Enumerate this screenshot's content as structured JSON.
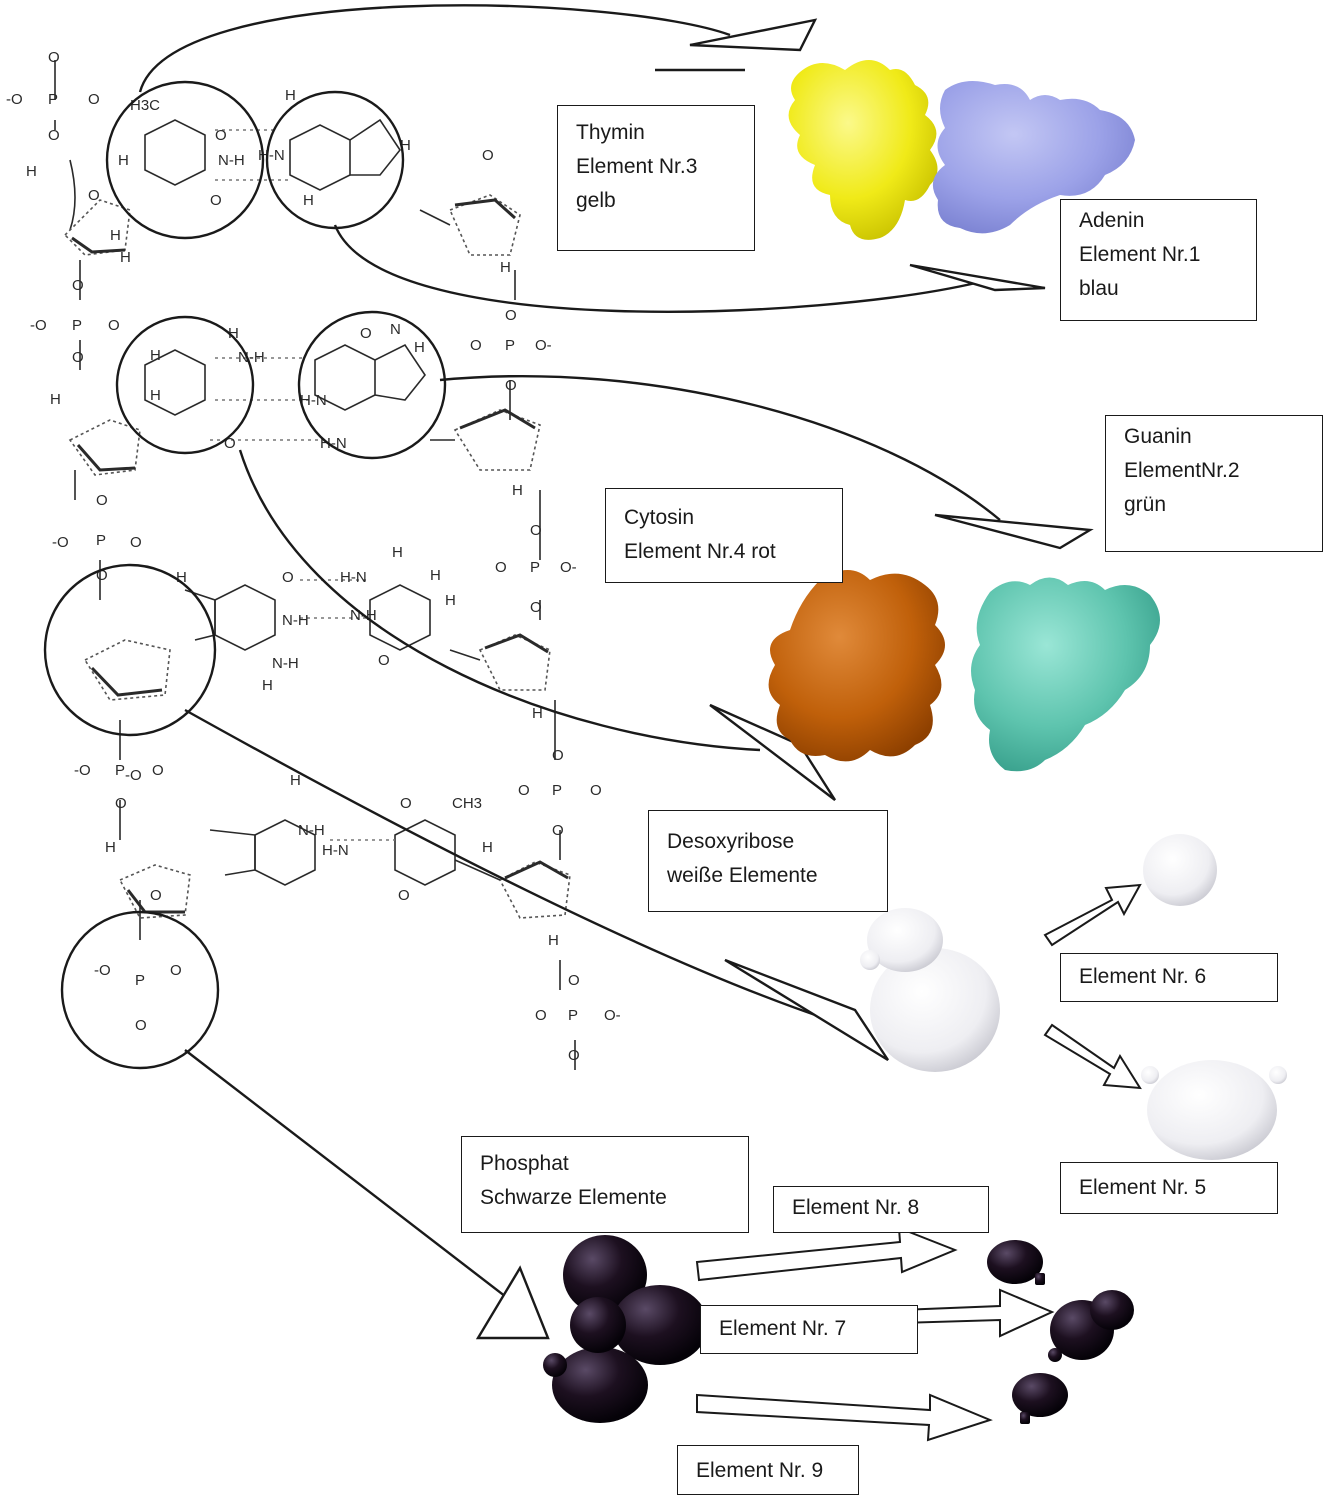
{
  "labels": {
    "thymin": {
      "name": "Thymin",
      "element": "Element Nr.3",
      "color": "gelb"
    },
    "adenin": {
      "name": "Adenin",
      "element": "Element Nr.1",
      "color": "blau"
    },
    "guanin": {
      "name": "Guanin",
      "element": "ElementNr.2",
      "color": "grün"
    },
    "cytosin": {
      "name": "Cytosin",
      "element": "Element Nr.4 rot"
    },
    "desoxyribose": {
      "name": "Desoxyribose",
      "element": "weiße Elemente"
    },
    "phosphat": {
      "name": "Phosphat",
      "element": "Schwarze Elemente"
    },
    "element_6": "Element Nr. 6",
    "element_5": "Element Nr. 5",
    "element_8": "Element Nr. 8",
    "element_7": "Element Nr. 7",
    "element_9": "Element Nr. 9"
  },
  "chem": {
    "phosphorus": "P",
    "oxygen": "O",
    "hydrogen": "H",
    "nitrogen": "N",
    "anion_oxygen": "-O",
    "anion_oxygen_right": "O-",
    "methyl": "H3C",
    "methyl_right": "CH3",
    "bond_nh": "N-H",
    "bond_hn": "H-N"
  },
  "colors": {
    "thymin_piece": "#f2ee1a",
    "adenin_piece": "#9aa0e6",
    "cytosin_piece": "#c0600a",
    "guanin_piece": "#5ec4ae",
    "desoxyribose_piece": "#f4f4f6",
    "phosphat_piece": "#1d1020",
    "outline": "#1a1a1a"
  }
}
